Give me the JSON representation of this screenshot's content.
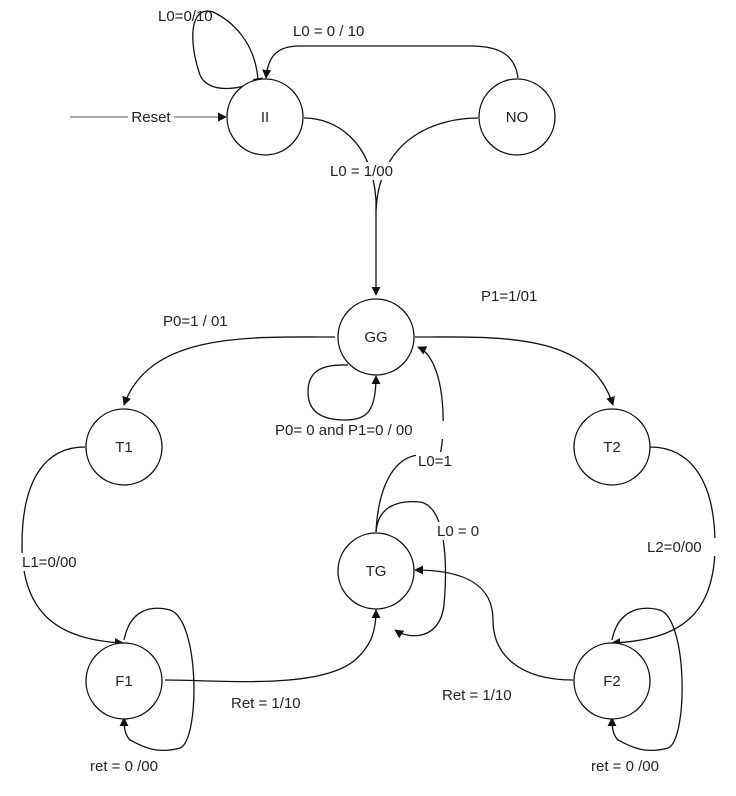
{
  "diagram": {
    "colors": {
      "stroke": "#111111",
      "background": "#ffffff",
      "text": "#222222"
    },
    "states": {
      "ii": "II",
      "no": "NO",
      "gg": "GG",
      "t1": "T1",
      "t2": "T2",
      "tg": "TG",
      "f1": "F1",
      "f2": "F2"
    },
    "transitions": {
      "ii_self": "L0=0/10",
      "no_to_ii": "L0 = 0 / 10",
      "reset": "Reset",
      "to_gg": "L0 = 1/00",
      "gg_to_t1": "P0=1 / 01",
      "gg_to_t2": "P1=1/01",
      "gg_self": "P0= 0 and P1=0 / 00",
      "tg_to_gg": "L0=1",
      "tg_self": "L0 = 0",
      "t1_to_f1": "L1=0/00",
      "t2_to_f2": "L2=0/00",
      "f1_to_tg": "Ret = 1/10",
      "f2_to_tg": "Ret = 1/10",
      "f1_self": "ret = 0 /00",
      "f2_self": "ret = 0 /00"
    }
  }
}
